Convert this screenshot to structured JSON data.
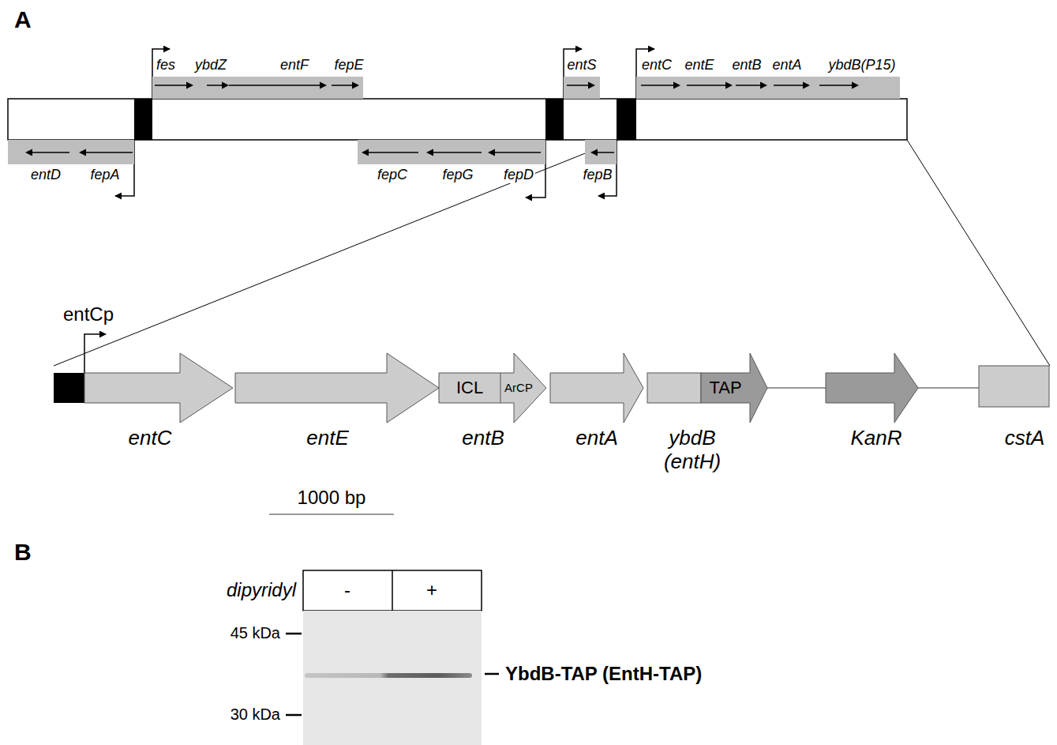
{
  "diagram": {
    "nodes": [
      {
        "text": [
          "fes",
          "ybdZ",
          "entF",
          "fepE"
        ]
      },
      {
        "text": [
          "entS"
        ]
      },
      {
        "text": [
          "entC",
          "entE",
          "entB",
          "entA",
          "ybdB(P15)"
        ]
      },
      {
        "text": [
          "entD",
          "fepA"
        ]
      },
      {
        "text": [
          "fepC",
          "fepG",
          "fepD"
        ]
      },
      {
        "text": [
          "fepB"
        ]
      },
      {
        "text": [
          "entC"
        ]
      },
      {
        "text": [
          "entE"
        ]
      },
      {
        "text": [
          "ICL",
          "ArCP",
          "entB"
        ]
      },
      {
        "text": [
          "entA"
        ]
      },
      {
        "text": [
          "TAP",
          "ybdB (entH)"
        ]
      },
      {
        "text": [
          "KanR"
        ]
      },
      {
        "text": [
          "cstA"
        ]
      }
    ],
    "edges": [
      {
        "from": 10,
        "to": 11,
        "arrow": "none"
      },
      {
        "from": 11,
        "to": 12,
        "arrow": "none"
      }
    ],
    "labels": [
      "A",
      "entCp",
      "1000 bp",
      "B",
      "dipyridyl",
      "-",
      "+",
      "45 kDa",
      "30 kDa",
      "YbdB-TAP (EntH-TAP)"
    ]
  }
}
